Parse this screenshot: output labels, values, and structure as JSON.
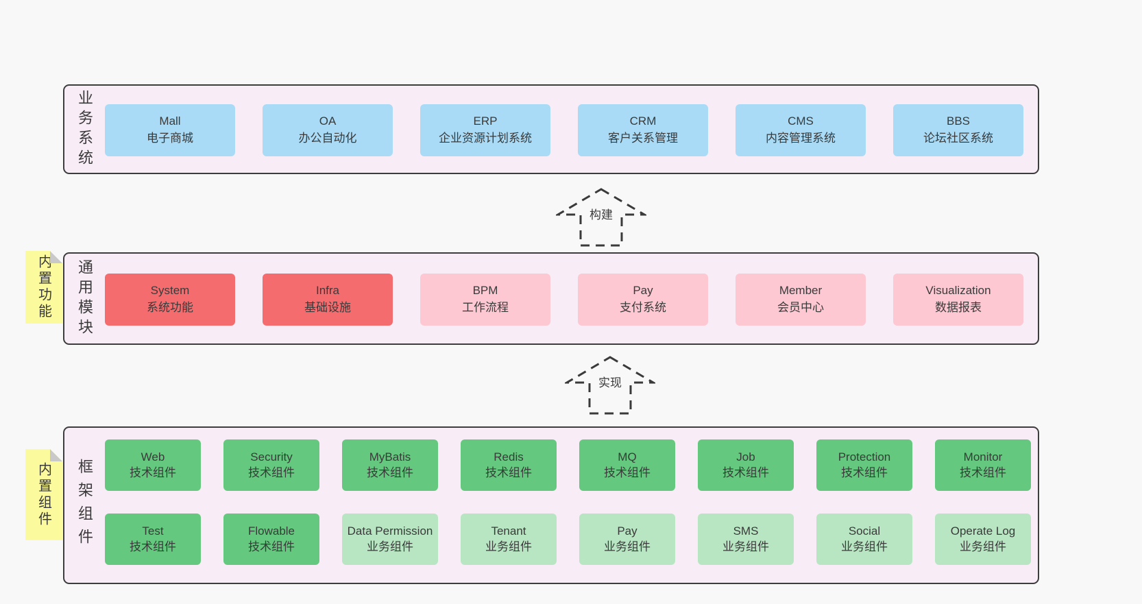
{
  "colors": {
    "page_bg": "#f8f8f8",
    "band_bg": "#f8edf6",
    "band_border": "#3d3d3d",
    "blue": "#a9dbf6",
    "red": "#f56c6f",
    "pink": "#fdc8d2",
    "green": "#64c97e",
    "light_green": "#b8e6c3",
    "sticky_yellow": "#fbfa9d",
    "sticky_fold": "#c9c9c9",
    "text": "#3a3a3a"
  },
  "bands": {
    "business": {
      "label": "业务系统",
      "items": [
        {
          "en": "Mall",
          "zh": "电子商城",
          "variant": "blue"
        },
        {
          "en": "OA",
          "zh": "办公自动化",
          "variant": "blue"
        },
        {
          "en": "ERP",
          "zh": "企业资源计划系统",
          "variant": "blue"
        },
        {
          "en": "CRM",
          "zh": "客户关系管理",
          "variant": "blue"
        },
        {
          "en": "CMS",
          "zh": "内容管理系统",
          "variant": "blue"
        },
        {
          "en": "BBS",
          "zh": "论坛社区系统",
          "variant": "blue"
        }
      ]
    },
    "modules": {
      "label": "通用模块",
      "sticky": "内置功能",
      "items": [
        {
          "en": "System",
          "zh": "系统功能",
          "variant": "red"
        },
        {
          "en": "Infra",
          "zh": "基础设施",
          "variant": "red"
        },
        {
          "en": "BPM",
          "zh": "工作流程",
          "variant": "pink"
        },
        {
          "en": "Pay",
          "zh": "支付系统",
          "variant": "pink"
        },
        {
          "en": "Member",
          "zh": "会员中心",
          "variant": "pink"
        },
        {
          "en": "Visualization",
          "zh": "数据报表",
          "variant": "pink"
        }
      ]
    },
    "components": {
      "label": "框架组件",
      "sticky": "内置组件",
      "row1": [
        {
          "en": "Web",
          "zh": "技术组件",
          "variant": "green"
        },
        {
          "en": "Security",
          "zh": "技术组件",
          "variant": "green"
        },
        {
          "en": "MyBatis",
          "zh": "技术组件",
          "variant": "green"
        },
        {
          "en": "Redis",
          "zh": "技术组件",
          "variant": "green"
        },
        {
          "en": "MQ",
          "zh": "技术组件",
          "variant": "green"
        },
        {
          "en": "Job",
          "zh": "技术组件",
          "variant": "green"
        },
        {
          "en": "Protection",
          "zh": "技术组件",
          "variant": "green"
        },
        {
          "en": "Monitor",
          "zh": "技术组件",
          "variant": "green"
        }
      ],
      "row2": [
        {
          "en": "Test",
          "zh": "技术组件",
          "variant": "green"
        },
        {
          "en": "Flowable",
          "zh": "技术组件",
          "variant": "green"
        },
        {
          "en": "Data Permission",
          "zh": "业务组件",
          "variant": "lightgreen"
        },
        {
          "en": "Tenant",
          "zh": "业务组件",
          "variant": "lightgreen"
        },
        {
          "en": "Pay",
          "zh": "业务组件",
          "variant": "lightgreen"
        },
        {
          "en": "SMS",
          "zh": "业务组件",
          "variant": "lightgreen"
        },
        {
          "en": "Social",
          "zh": "业务组件",
          "variant": "lightgreen"
        },
        {
          "en": "Operate Log",
          "zh": "业务组件",
          "variant": "lightgreen"
        }
      ]
    }
  },
  "arrows": {
    "build": {
      "label": "构建"
    },
    "implement": {
      "label": "实现"
    }
  }
}
